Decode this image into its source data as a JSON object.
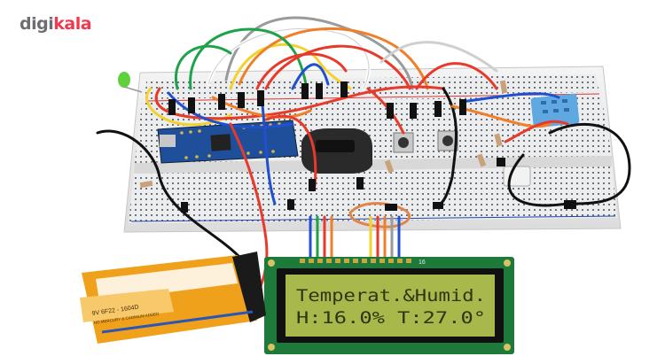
{
  "brand": {
    "part1": "digi",
    "part2": "kala",
    "color_gray": "#6d6e71",
    "color_red": "#ef394e"
  },
  "lcd": {
    "line1": "Temperat.&Humid.",
    "line2": "H:16.0%  T:27.0°",
    "pin_label": "16",
    "backlight_color": "#a9b84a"
  },
  "battery": {
    "label": "9V  6F22 - 1604D",
    "sublabel": "NO MERCURY & CADMIUM ADDED"
  }
}
